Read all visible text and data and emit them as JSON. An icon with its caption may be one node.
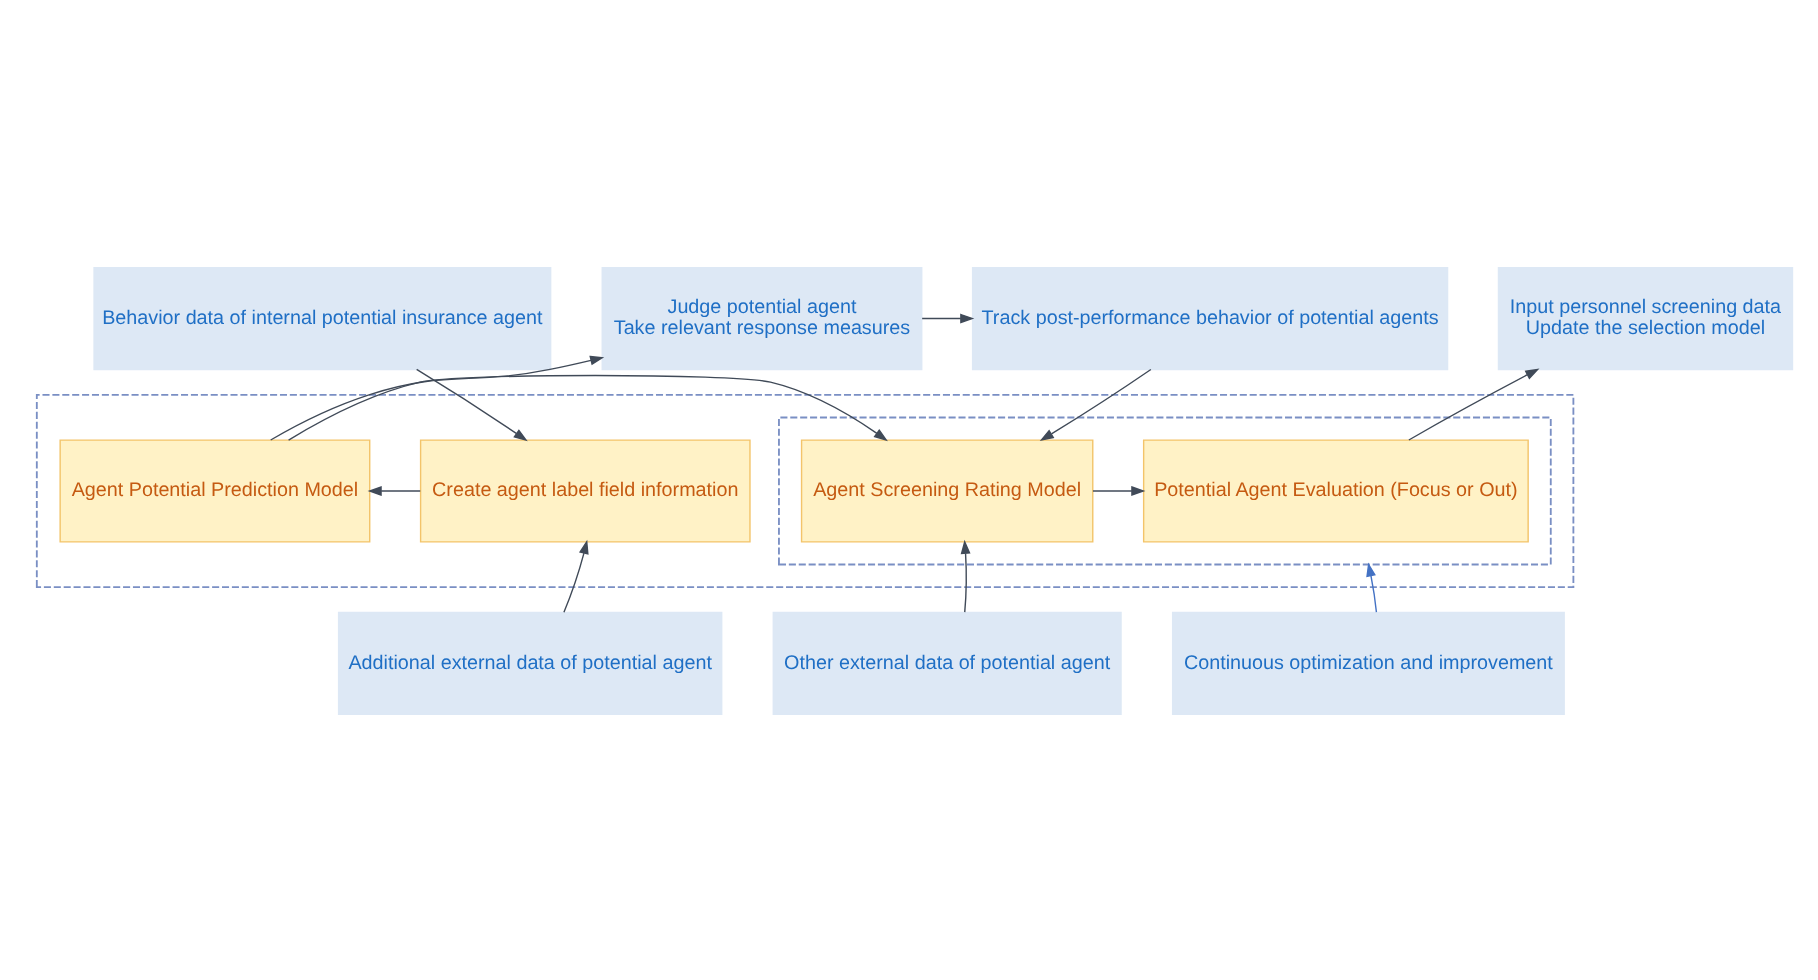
{
  "diagram": {
    "nodes": [
      {
        "text": [
          "Behavior data of internal potential insurance agent"
        ]
      },
      {
        "text": [
          "Judge potential agent",
          "Take relevant response measures"
        ]
      },
      {
        "text": [
          "Track post-performance behavior of potential agents"
        ]
      },
      {
        "text": [
          "Input personnel screening data",
          "Update the selection model"
        ]
      },
      {
        "text": [],
        "shape": "box"
      },
      {
        "text": [
          "Create agent label field information"
        ],
        "in": 4
      },
      {
        "text": [
          "Agent Potential Prediction Model"
        ],
        "in": 4
      },
      {
        "text": [],
        "shape": "box",
        "in": 4
      },
      {
        "text": [
          "Agent Screening Rating Model"
        ],
        "in": 7
      },
      {
        "text": [
          "Potential Agent Evaluation (Focus or Out)"
        ],
        "in": 7
      },
      {
        "text": [
          "Additional external data of potential agent"
        ]
      },
      {
        "text": [
          "Other external data of potential agent"
        ]
      },
      {
        "text": [
          "Continuous optimization and improvement"
        ]
      }
    ],
    "edges": [
      {
        "from": 0,
        "to": 5,
        "arrow": "to"
      },
      {
        "from": 5,
        "to": 6,
        "arrow": "to"
      },
      {
        "from": 6,
        "to": 1,
        "arrow": "to"
      },
      {
        "from": 1,
        "to": 2,
        "arrow": "to"
      },
      {
        "from": 2,
        "to": 8,
        "arrow": "to"
      },
      {
        "from": 6,
        "to": 8,
        "arrow": "to"
      },
      {
        "from": 8,
        "to": 9,
        "arrow": "to"
      },
      {
        "from": 9,
        "to": 3,
        "arrow": "to"
      },
      {
        "from": 10,
        "to": 5,
        "arrow": "to"
      },
      {
        "from": 11,
        "to": 8,
        "arrow": "to"
      },
      {
        "from": 12,
        "to": 7,
        "arrow": "to",
        "color": "#4472c4"
      }
    ]
  }
}
